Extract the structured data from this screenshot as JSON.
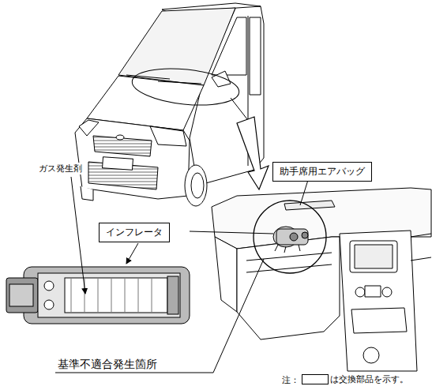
{
  "diagram": {
    "nodes": [
      {
        "text": [
          "助手席用エアバッグ"
        ]
      },
      {
        "text": [
          "インフレータ"
        ]
      }
    ],
    "labels": [
      "ガス発生剤",
      "基準不適合発生箇所",
      "注："
    ],
    "legend": [
      {
        "text": "は交換部品を示す。"
      }
    ]
  }
}
